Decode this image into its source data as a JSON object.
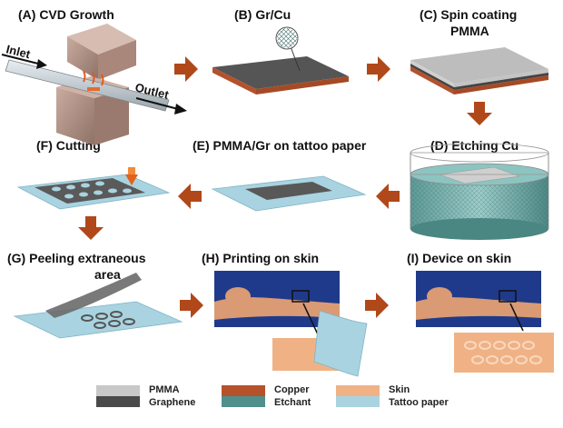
{
  "steps": {
    "a": "(A) CVD Growth",
    "b": "(B) Gr/Cu",
    "c1": "(C) Spin coating",
    "c2": "PMMA",
    "d": "(D) Etching Cu",
    "e": "(E) PMMA/Gr on tattoo paper",
    "f": "(F) Cutting",
    "g1": "(G) Peeling extraneous",
    "g2": "area",
    "h": "(H) Printing on skin",
    "i": "(I) Device on skin"
  },
  "cvd": {
    "inlet": "Inlet",
    "outlet": "Outlet"
  },
  "legend": {
    "pmma": "PMMA",
    "graphene": "Graphene",
    "copper": "Copper",
    "etchant": "Etchant",
    "skin": "Skin",
    "tattoo": "Tattoo paper"
  },
  "colors": {
    "arrow": "#b0481a",
    "pmma": "#c8c8c8",
    "graphene": "#4a4a4a",
    "copper": "#b5522b",
    "etchant": "#4f8f8c",
    "skin": "#f0b285",
    "tattoo": "#a9d3e0"
  }
}
